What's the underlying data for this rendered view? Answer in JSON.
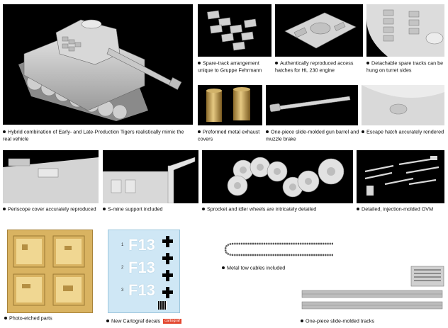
{
  "captions": {
    "tank": "Hybrid combination of Early- and Late-Production Tigers realistically mimic the real vehicle",
    "spare_track": "Spare-track arrangement unique to Gruppe Fehrmann",
    "access_hatches": "Authentically reproduced access hatches for HL 230 engine",
    "detachable_tracks": "Detachable spare tracks can be hung on turret sides",
    "exhaust": "Preformed metal exhaust covers",
    "gun_barrel": "One-piece slide-molded gun barrel and muzzle brake",
    "escape_hatch": "Escape hatch accurately rendered",
    "periscope": "Periscope cover accurately reproduced",
    "smine": "S-mine support included",
    "wheels": "Sprocket and idler wheels are intricately detailed",
    "ovm": "Detailed, injection-molded OVM",
    "photo_etched": "Photo-etched parts",
    "decals": "New Cartograf decals",
    "tow_cables": "Metal tow cables included",
    "tracks": "One-piece slide-molded tracks"
  },
  "decals": {
    "numbers": [
      "F13",
      "F13",
      "F13"
    ],
    "markers": [
      "1",
      "2",
      "3"
    ],
    "brand": "cartograf"
  }
}
